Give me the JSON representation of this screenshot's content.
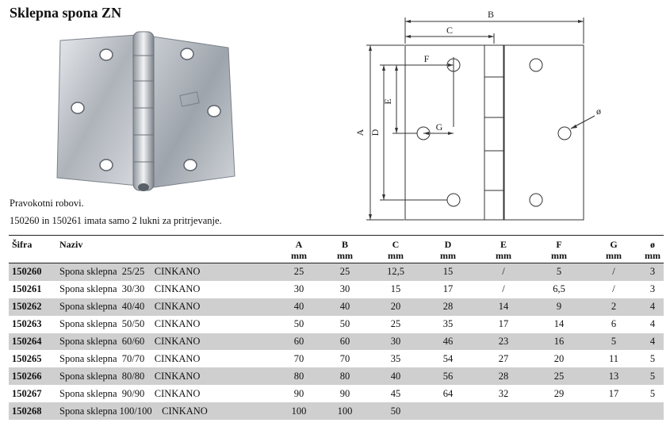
{
  "title": "Sklepna spona ZN",
  "notes": [
    "Pravokotni robovi.",
    "150260 in 150261 imata samo 2 lukni za pritrjevanje."
  ],
  "drawing_labels": {
    "A": "A",
    "B": "B",
    "C": "C",
    "D": "D",
    "E": "E",
    "F": "F",
    "G": "G",
    "dia": "ø"
  },
  "table": {
    "headers": {
      "code": "Šifra",
      "name": "Naziv",
      "cols": [
        {
          "label": "A",
          "unit": "mm"
        },
        {
          "label": "B",
          "unit": "mm"
        },
        {
          "label": "C",
          "unit": "mm"
        },
        {
          "label": "D",
          "unit": "mm"
        },
        {
          "label": "E",
          "unit": "mm"
        },
        {
          "label": "F",
          "unit": "mm"
        },
        {
          "label": "G",
          "unit": "mm"
        },
        {
          "label": "ø",
          "unit": "mm"
        }
      ]
    },
    "rows": [
      {
        "code": "150260",
        "name": "Spona sklepna  25/25",
        "finish": "CINKANO",
        "vals": [
          "25",
          "25",
          "12,5",
          "15",
          "/",
          "5",
          "/",
          "3"
        ]
      },
      {
        "code": "150261",
        "name": "Spona sklepna  30/30",
        "finish": "CINKANO",
        "vals": [
          "30",
          "30",
          "15",
          "17",
          "/",
          "6,5",
          "/",
          "3"
        ]
      },
      {
        "code": "150262",
        "name": "Spona sklepna  40/40",
        "finish": "CINKANO",
        "vals": [
          "40",
          "40",
          "20",
          "28",
          "14",
          "9",
          "2",
          "4"
        ]
      },
      {
        "code": "150263",
        "name": "Spona sklepna  50/50",
        "finish": "CINKANO",
        "vals": [
          "50",
          "50",
          "25",
          "35",
          "17",
          "14",
          "6",
          "4"
        ]
      },
      {
        "code": "150264",
        "name": "Spona sklepna  60/60",
        "finish": "CINKANO",
        "vals": [
          "60",
          "60",
          "30",
          "46",
          "23",
          "16",
          "5",
          "4"
        ]
      },
      {
        "code": "150265",
        "name": "Spona sklepna  70/70",
        "finish": "CINKANO",
        "vals": [
          "70",
          "70",
          "35",
          "54",
          "27",
          "20",
          "11",
          "5"
        ]
      },
      {
        "code": "150266",
        "name": "Spona sklepna  80/80",
        "finish": "CINKANO",
        "vals": [
          "80",
          "80",
          "40",
          "56",
          "28",
          "25",
          "13",
          "5"
        ]
      },
      {
        "code": "150267",
        "name": "Spona sklepna  90/90",
        "finish": "CINKANO",
        "vals": [
          "90",
          "90",
          "45",
          "64",
          "32",
          "29",
          "17",
          "5"
        ]
      },
      {
        "code": "150268",
        "name": "Spona sklepna 100/100",
        "finish": "CINKANO",
        "vals": [
          "100",
          "100",
          "50",
          "",
          "",
          "",
          "",
          ""
        ]
      }
    ]
  }
}
